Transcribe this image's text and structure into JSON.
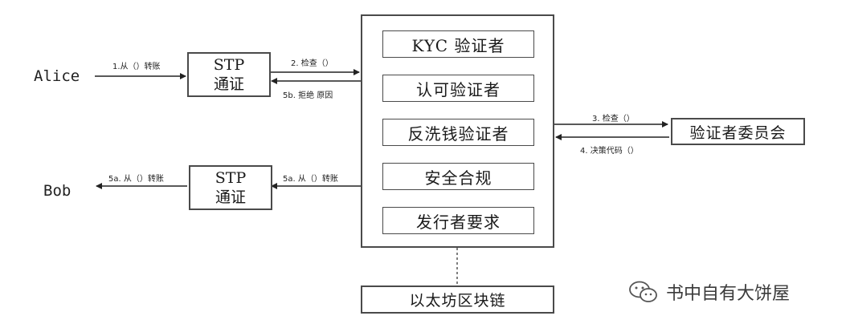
{
  "actors": {
    "alice": "Alice",
    "bob": "Bob"
  },
  "stp_top": {
    "line1": "STP",
    "line2": "通证"
  },
  "stp_bottom": {
    "line1": "STP",
    "line2": "通证"
  },
  "verifiers": [
    {
      "label": "KYC 验证者"
    },
    {
      "label": "认可验证者"
    },
    {
      "label": "反洗钱验证者"
    },
    {
      "label": "安全合规"
    },
    {
      "label": "发行者要求"
    }
  ],
  "committee": {
    "label": "验证者委员会"
  },
  "blockchain": {
    "label": "以太坊区块链"
  },
  "arrows": {
    "a1": "1.从（）转账",
    "a2": "2. 检查（）",
    "a5b": "5b. 拒绝 原因",
    "a3": "3. 检查（）",
    "a4": "4. 决策代码（）",
    "a5a_right": "5a. 从（）转账",
    "a5a_left": "5a. 从（）转账"
  },
  "watermark": {
    "icon": "wechat-icon",
    "text": "书中自有大饼屋"
  },
  "colors": {
    "line": "#222222",
    "border": "#4a4a4a"
  }
}
